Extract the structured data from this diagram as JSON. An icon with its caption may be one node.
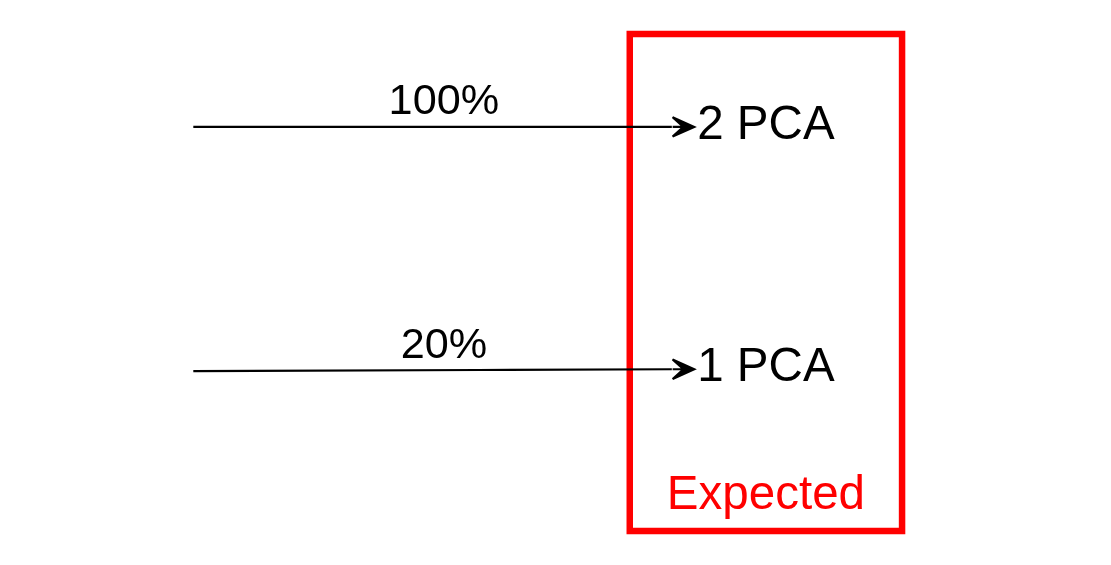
{
  "diagram": {
    "nodes": [
      {
        "text": [
          "Expected"
        ]
      },
      {
        "text": [
          "2 PCA"
        ],
        "in": 0
      },
      {
        "text": [
          "1 PCA"
        ],
        "in": 0
      }
    ],
    "edges": [
      {
        "from": null,
        "to": 1,
        "arrow": "to",
        "label": "100%"
      },
      {
        "from": null,
        "to": 2,
        "arrow": "to",
        "label": "20%"
      }
    ]
  }
}
